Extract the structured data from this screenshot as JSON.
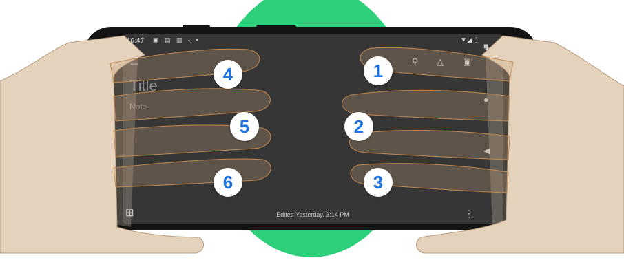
{
  "status_bar": {
    "time": "10:47",
    "icons": "▣ ▤ ▥ ‹ •",
    "right": "▼◢ ▯"
  },
  "note": {
    "title": "Title",
    "body": "Note",
    "edited": "Edited Yesterday, 3:14 PM"
  },
  "touch_points": [
    "1",
    "2",
    "3",
    "4",
    "5",
    "6"
  ],
  "colors": {
    "circle": "#2ecf7a",
    "phone": "#141414",
    "screen": "#363636",
    "hand": "#e4d2bc",
    "digit": "#1d74e0"
  }
}
